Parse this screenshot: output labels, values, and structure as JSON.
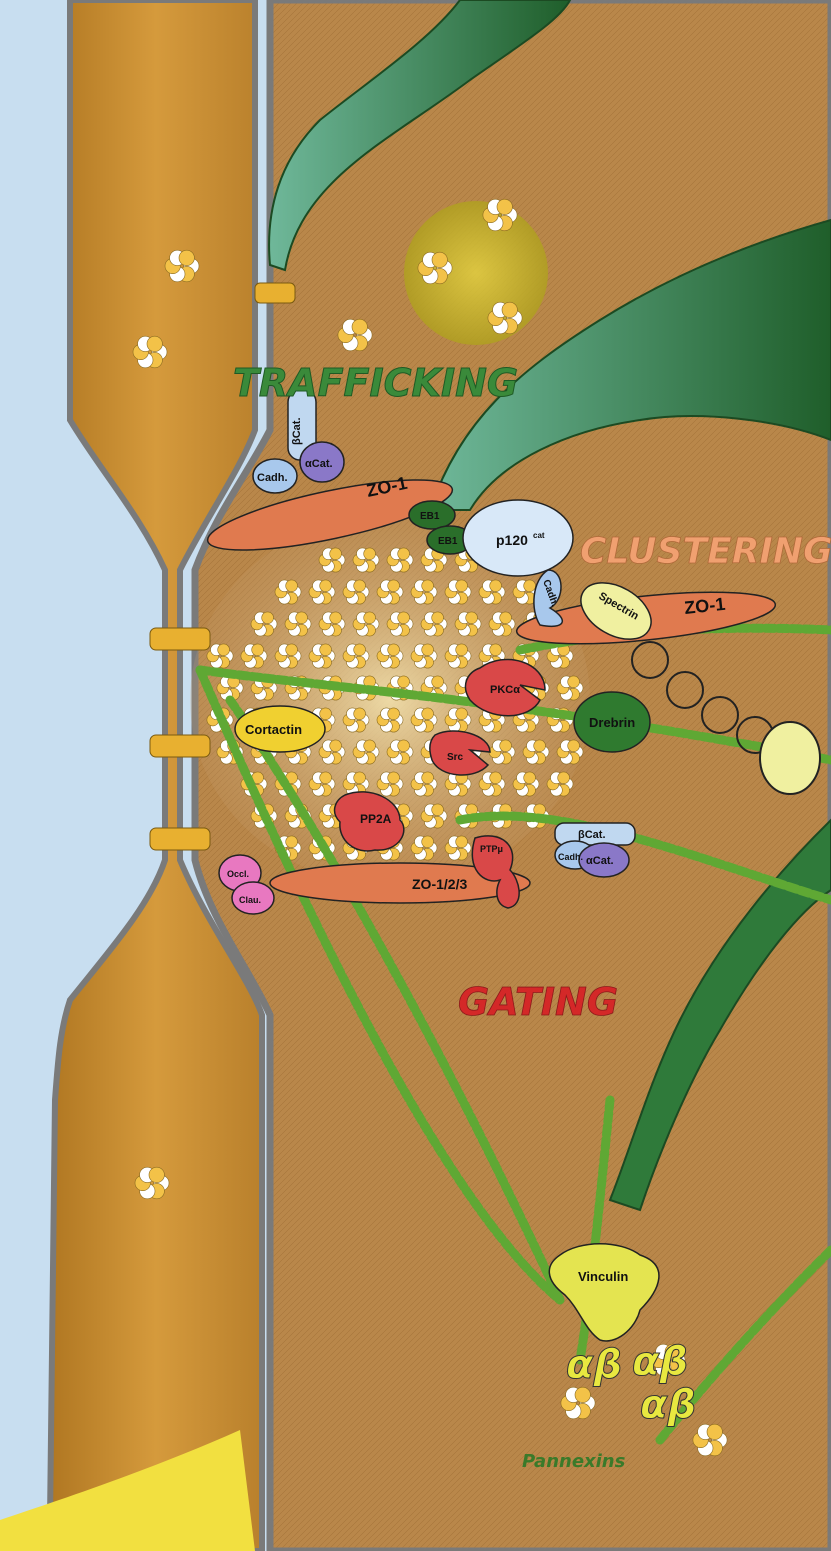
{
  "figure": {
    "process_labels": {
      "trafficking": "TRAFFICKING",
      "clustering": "CLUSTERING",
      "gating": "GATING",
      "pannexins": "Pannexins"
    },
    "proteins": {
      "zo1_top": "ZO-1",
      "zo1_right": "ZO-1",
      "zo123": "ZO-1/2/3",
      "eb1_a": "EB1",
      "eb1_b": "EB1",
      "p120": "p120",
      "p120_sup": "cat",
      "cadh_top": "Cadh.",
      "acat_top": "αCat.",
      "bcat_top": "βCat.",
      "cadh_right": "Cadh.",
      "spectrin": "Spectrin",
      "pkca": "PKCα",
      "src": "Src",
      "pp2a": "PP2A",
      "ptpmu": "PTPμ",
      "drebrin": "Drebrin",
      "cortactin": "Cortactin",
      "bcat_mid": "βCat.",
      "cadh_mid": "Cadh.",
      "acat_mid": "αCat.",
      "occl": "Occl.",
      "clau": "Clau.",
      "vinculin": "Vinculin",
      "integrin_1": "αβ",
      "integrin_2": "αβ",
      "integrin_3": "αβ"
    },
    "colors": {
      "extracellular": "#c8def0",
      "cytoplasm": "#b98444",
      "left_cell": "#c48a2c",
      "membrane": "#8a8a8a",
      "microtubule": "#2f7a3a",
      "actin": "#6fb33a",
      "zo1": "#e07a4f",
      "kinase_red": "#d94848",
      "drebrin_green": "#2f7a2f",
      "cortactin_yellow": "#f0d030",
      "clustering_orange": "#f0a070",
      "gating_red": "#d42828",
      "trafficking_green": "#3a8a3a",
      "connexon_yellow": "#f0c030"
    }
  }
}
